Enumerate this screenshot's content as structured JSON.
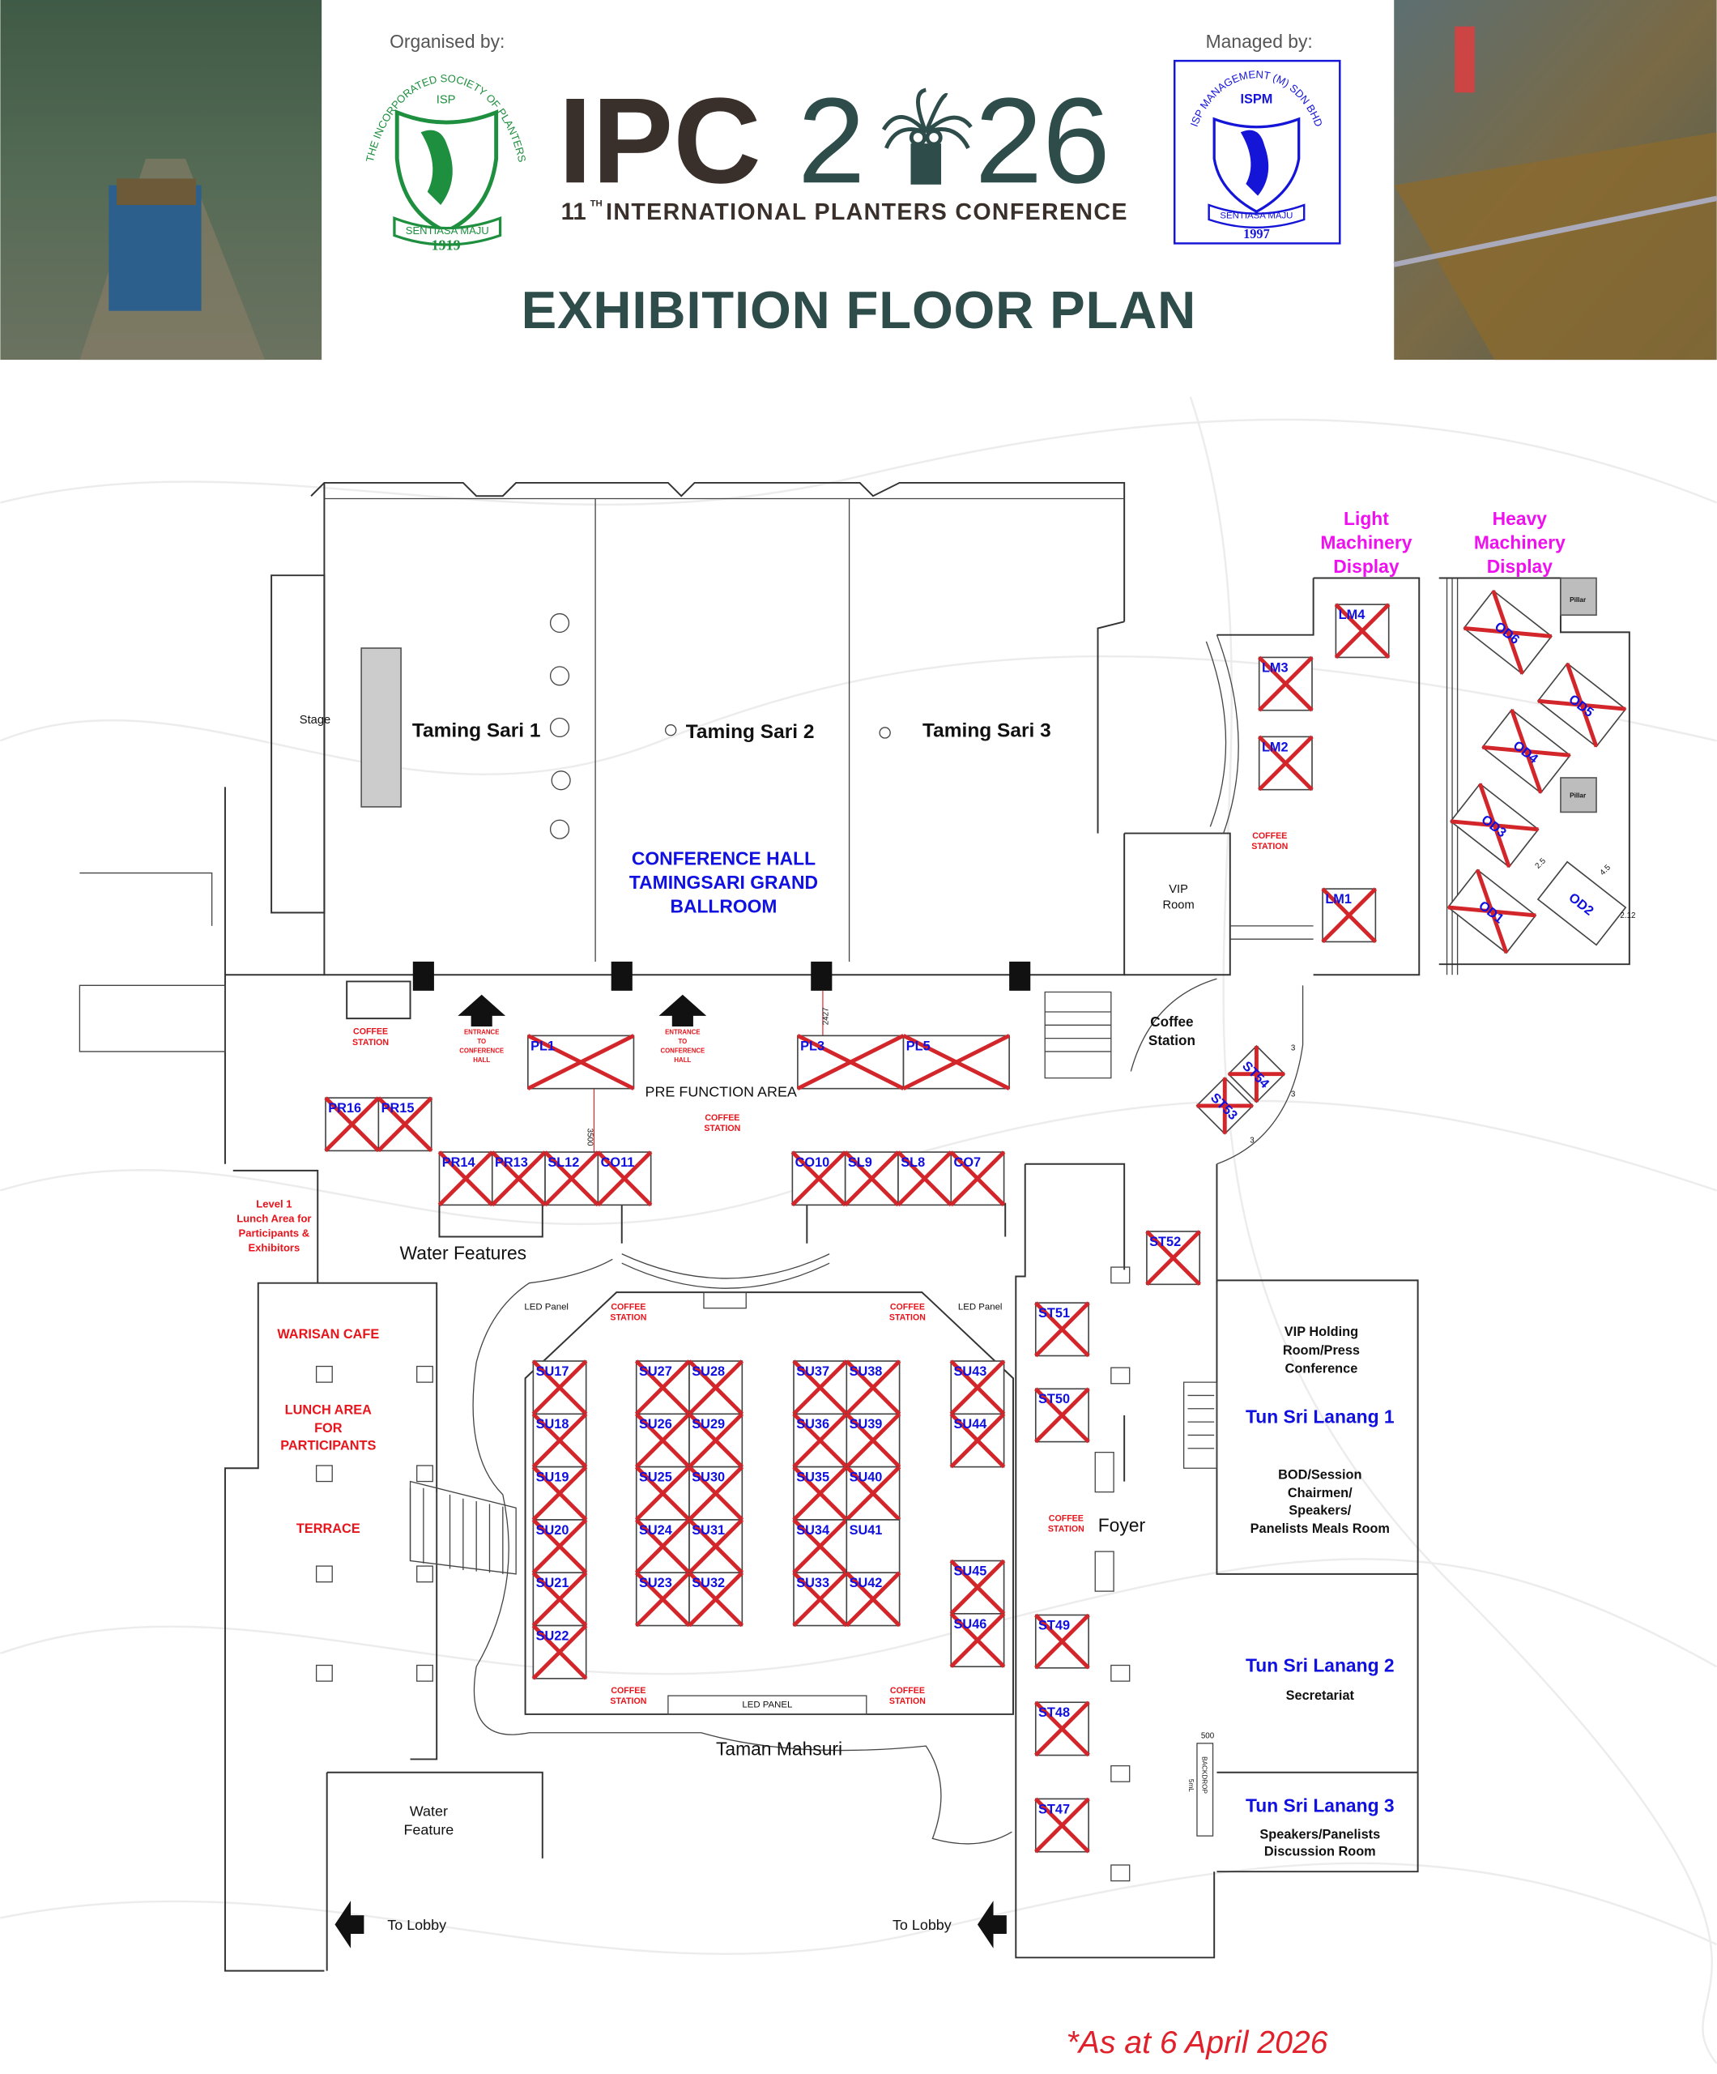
{
  "header": {
    "organised_by": "Organised by:",
    "managed_by": "Managed by:",
    "logo_ipc": "IPC",
    "logo_year_a": "2",
    "logo_year_b": "26",
    "conference_ordinal": "11",
    "conference_ordinal_sup": "TH",
    "conference_name": "INTERNATIONAL PLANTERS CONFERENCE",
    "title": "EXHIBITION FLOOR PLAN",
    "isp_logo": {
      "ring": "THE INCORPORATED SOCIETY OF PLANTERS",
      "abbr": "ISP",
      "motto": "SENTIASA MAJU",
      "year": "1919"
    },
    "ispm_logo": {
      "ring": "ISP MANAGEMENT (M) SDN BHD",
      "abbr": "ISPM",
      "motto": "SENTIASA MAJU",
      "year": "1997"
    },
    "colors": {
      "dark": "#3a302b",
      "teal": "#2e4c4a",
      "isp_green": "#1e8f3e",
      "ispm_blue": "#1515d8"
    }
  },
  "plan": {
    "rooms": {
      "taming_sari_1": "Taming Sari 1",
      "taming_sari_2": "Taming Sari 2",
      "taming_sari_3": "Taming Sari 3",
      "stage": "Stage",
      "conference_hall": [
        "CONFERENCE HALL",
        "TAMINGSARI GRAND",
        "BALLROOM"
      ],
      "vip_room": [
        "VIP",
        "Room"
      ],
      "coffee_station_mixed": [
        "Coffee",
        "Station"
      ],
      "pre_function": "PRE FUNCTION AREA",
      "water_features": "Water Features",
      "water_feature": [
        "Water",
        "Feature"
      ],
      "taman_mahsuri": "Taman Mahsuri",
      "foyer": "Foyer",
      "to_lobby": "To Lobby",
      "led_panel": "LED Panel",
      "led_panel_caps": "LED PANEL",
      "pillar": "Pillar",
      "vip_holding": [
        "VIP Holding",
        "Room/Press",
        "Conference"
      ],
      "tsl1": "Tun Sri Lanang 1",
      "tsl1_sub": [
        "BOD/Session",
        "Chairmen/",
        "Speakers/",
        "Panelists Meals Room"
      ],
      "tsl2": "Tun Sri Lanang 2",
      "tsl2_sub": "Secretariat",
      "tsl3": "Tun Sri Lanang 3",
      "tsl3_sub": [
        "Speakers/Panelists",
        "Discussion Room"
      ],
      "backdrop": "BACKDROP",
      "backdrop_len": "5mL"
    },
    "red_labels": {
      "coffee": [
        "COFFEE",
        "STATION"
      ],
      "entrance": [
        "ENTRANCE",
        "TO",
        "CONFERENCE",
        "HALL"
      ],
      "level1": [
        "Level 1",
        "Lunch Area for",
        "Participants &",
        "Exhibitors"
      ],
      "warisan": "WARISAN CAFE",
      "lunch": [
        "LUNCH AREA",
        "FOR",
        "PARTICIPANTS"
      ],
      "terrace": "TERRACE"
    },
    "display_zones": {
      "light": [
        "Light",
        "Machinery",
        "Display"
      ],
      "heavy": [
        "Heavy",
        "Machinery",
        "Display"
      ]
    },
    "dimensions": {
      "d2427": "2427",
      "d3500": "3500",
      "d25": "2.5",
      "d45": "4.5",
      "d212": "2.12",
      "d3": "3",
      "d500": "500"
    },
    "booths": [
      {
        "id": "LM4",
        "taken": true
      },
      {
        "id": "LM3",
        "taken": true
      },
      {
        "id": "LM2",
        "taken": true
      },
      {
        "id": "LM1",
        "taken": true
      },
      {
        "id": "OD6",
        "taken": true
      },
      {
        "id": "OD5",
        "taken": true
      },
      {
        "id": "OD4",
        "taken": true
      },
      {
        "id": "OD3",
        "taken": true
      },
      {
        "id": "OD1",
        "taken": true
      },
      {
        "id": "OD2",
        "taken": false
      },
      {
        "id": "PL1",
        "taken": true
      },
      {
        "id": "PL3",
        "taken": true
      },
      {
        "id": "PL5",
        "taken": true
      },
      {
        "id": "PR16",
        "taken": true
      },
      {
        "id": "PR15",
        "taken": true
      },
      {
        "id": "PR14",
        "taken": true
      },
      {
        "id": "PR13",
        "taken": true
      },
      {
        "id": "SL12",
        "taken": true
      },
      {
        "id": "CO11",
        "taken": true
      },
      {
        "id": "CO10",
        "taken": true
      },
      {
        "id": "SL9",
        "taken": true
      },
      {
        "id": "SL8",
        "taken": true
      },
      {
        "id": "CO7",
        "taken": true
      },
      {
        "id": "ST54",
        "taken": true
      },
      {
        "id": "ST53",
        "taken": true
      },
      {
        "id": "ST52",
        "taken": true
      },
      {
        "id": "ST51",
        "taken": true
      },
      {
        "id": "ST50",
        "taken": true
      },
      {
        "id": "ST49",
        "taken": true
      },
      {
        "id": "ST48",
        "taken": true
      },
      {
        "id": "ST47",
        "taken": true
      },
      {
        "id": "SU17",
        "taken": true
      },
      {
        "id": "SU18",
        "taken": true
      },
      {
        "id": "SU19",
        "taken": true
      },
      {
        "id": "SU20",
        "taken": true
      },
      {
        "id": "SU21",
        "taken": true
      },
      {
        "id": "SU22",
        "taken": true
      },
      {
        "id": "SU27",
        "taken": true
      },
      {
        "id": "SU26",
        "taken": true
      },
      {
        "id": "SU25",
        "taken": true
      },
      {
        "id": "SU24",
        "taken": true
      },
      {
        "id": "SU23",
        "taken": true
      },
      {
        "id": "SU28",
        "taken": true
      },
      {
        "id": "SU29",
        "taken": true
      },
      {
        "id": "SU30",
        "taken": true
      },
      {
        "id": "SU31",
        "taken": true
      },
      {
        "id": "SU32",
        "taken": true
      },
      {
        "id": "SU37",
        "taken": true
      },
      {
        "id": "SU36",
        "taken": true
      },
      {
        "id": "SU35",
        "taken": true
      },
      {
        "id": "SU34",
        "taken": true
      },
      {
        "id": "SU33",
        "taken": true
      },
      {
        "id": "SU38",
        "taken": true
      },
      {
        "id": "SU39",
        "taken": true
      },
      {
        "id": "SU40",
        "taken": true
      },
      {
        "id": "SU41",
        "taken": false
      },
      {
        "id": "SU42",
        "taken": true
      },
      {
        "id": "SU43",
        "taken": true
      },
      {
        "id": "SU44",
        "taken": true
      },
      {
        "id": "SU45",
        "taken": true
      },
      {
        "id": "SU46",
        "taken": true
      }
    ]
  },
  "footer": {
    "note": "*As at 6 April 2026"
  }
}
